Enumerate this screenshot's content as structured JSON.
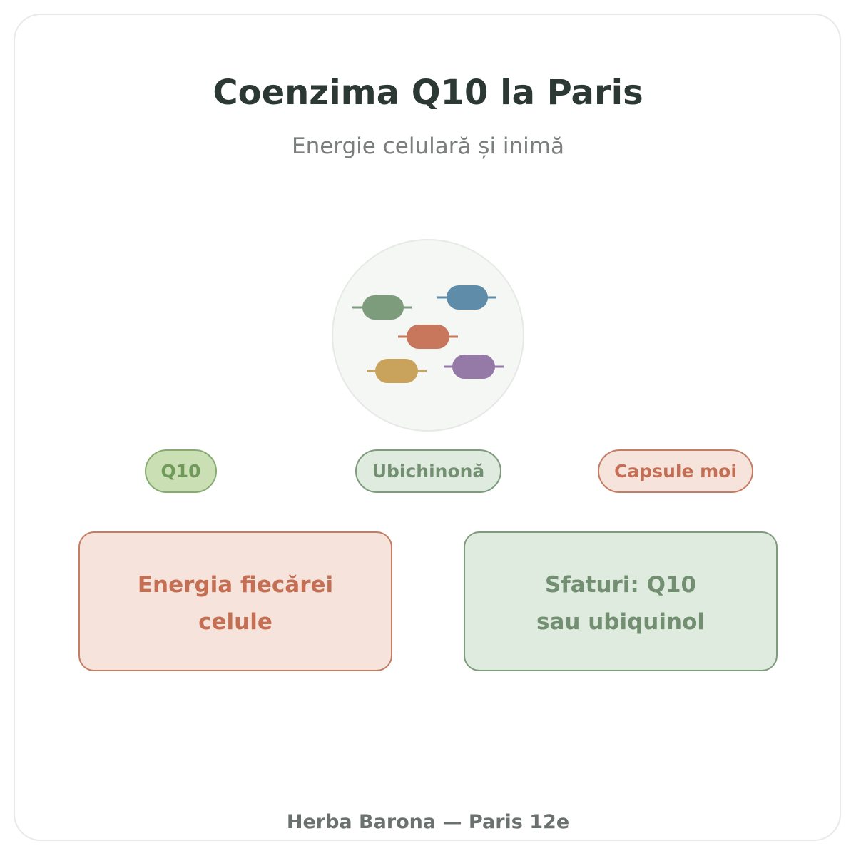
{
  "header": {
    "title": "Coenzima Q10 la Paris",
    "subtitle": "Energie celulară și inimă"
  },
  "illustration": {
    "icon": "capsules-icon",
    "capsule_colors": [
      "#7d9c7b",
      "#5f8ca8",
      "#c8775c",
      "#c9a35c",
      "#957aa8"
    ],
    "background": "#f4f7f4"
  },
  "tags": [
    {
      "label": "Q10"
    },
    {
      "label": "Ubichinonă"
    },
    {
      "label": "Capsule moi"
    }
  ],
  "cards": {
    "left": {
      "line1": "Energia fiecărei",
      "line2": "celule"
    },
    "right": {
      "line1": "Sfaturi: Q10",
      "line2": "sau ubiquinol"
    }
  },
  "footer": {
    "text": "Herba Barona — Paris 12e"
  }
}
